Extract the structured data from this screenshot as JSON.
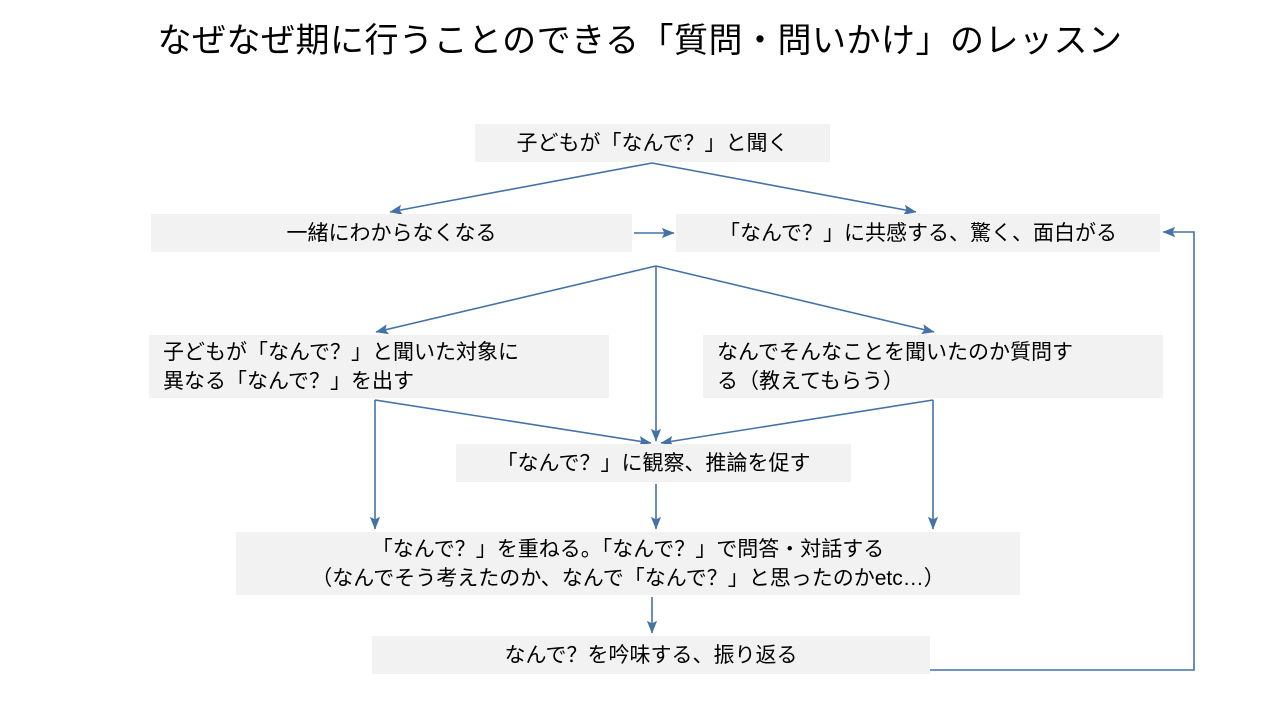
{
  "slide": {
    "title": "なぜなぜ期に行うことのできる「質問・問いかけ」のレッスン",
    "background_color": "#ffffff",
    "node_fill_color": "#f2f2f2",
    "arrow_color": "#4472a8",
    "text_color": "#000000"
  },
  "nodes": {
    "child_asks": {
      "text": "子どもが「なんで？」と聞く"
    },
    "not_know_together": {
      "text": "一緒にわからなくなる"
    },
    "empathize": {
      "text": "「なんで？」に共感する、驚く、面白がる"
    },
    "different_why": {
      "line1": "子どもが「なんで？」と聞いた対象に",
      "line2": "異なる「なんで？」を出す"
    },
    "ask_why_asked": {
      "line1": "なんでそんなことを聞いたのか質問す",
      "line2": "る（教えてもらう）"
    },
    "observe_infer": {
      "text": "「なんで？」に観察、推論を促す"
    },
    "repeat_why": {
      "line1": "「なんで？」を重ねる。「なんで？」で問答・対話する",
      "line2": "（なんでそう考えたのか、なんで「なんで？」と思ったのかetc…）"
    },
    "reflect": {
      "text": "なんで？を吟味する、振り返る"
    }
  },
  "edges": [
    {
      "name": "child-asks-to-not-know",
      "from": "child_asks",
      "to": "not_know_together"
    },
    {
      "name": "child-asks-to-empathize",
      "from": "child_asks",
      "to": "empathize"
    },
    {
      "name": "not-know-to-empathize",
      "from": "not_know_together",
      "to": "empathize"
    },
    {
      "name": "empathize-to-different-why",
      "from": "empathize",
      "to": "different_why"
    },
    {
      "name": "empathize-to-observe",
      "from": "empathize",
      "to": "observe_infer"
    },
    {
      "name": "empathize-to-ask-why-asked",
      "from": "empathize",
      "to": "ask_why_asked"
    },
    {
      "name": "different-why-to-observe",
      "from": "different_why",
      "to": "observe_infer"
    },
    {
      "name": "different-why-to-repeat-why",
      "from": "different_why",
      "to": "repeat_why"
    },
    {
      "name": "ask-why-asked-to-observe",
      "from": "ask_why_asked",
      "to": "observe_infer"
    },
    {
      "name": "ask-why-asked-to-repeat-why",
      "from": "ask_why_asked",
      "to": "repeat_why"
    },
    {
      "name": "observe-to-repeat-why",
      "from": "observe_infer",
      "to": "repeat_why"
    },
    {
      "name": "repeat-why-to-reflect",
      "from": "repeat_why",
      "to": "reflect"
    },
    {
      "name": "reflect-to-empathize-feedback",
      "from": "reflect",
      "to": "empathize"
    }
  ]
}
